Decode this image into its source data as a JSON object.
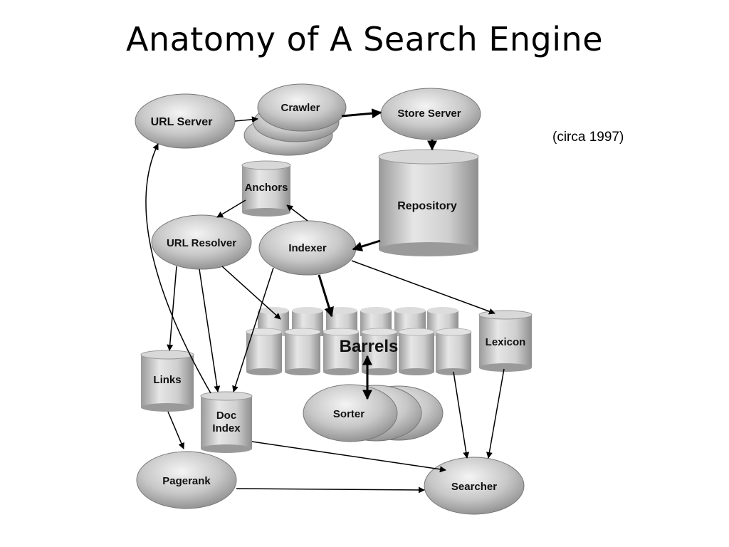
{
  "slide": {
    "title": "Anatomy of A Search Engine",
    "note": "(circa 1997)"
  },
  "diagram": {
    "nodes": {
      "url_server": "URL Server",
      "crawler": "Crawler",
      "store_server": "Store Server",
      "repository": "Repository",
      "anchors": "Anchors",
      "url_resolver": "URL Resolver",
      "indexer": "Indexer",
      "barrels": "Barrels",
      "lexicon": "Lexicon",
      "links": "Links",
      "doc_index_line1": "Doc",
      "doc_index_line2": "Index",
      "sorter": "Sorter",
      "pagerank": "Pagerank",
      "searcher": "Searcher"
    },
    "edges": [
      [
        "URL Server",
        "Crawler"
      ],
      [
        "Crawler",
        "Store Server"
      ],
      [
        "Store Server",
        "Repository"
      ],
      [
        "Repository",
        "Indexer"
      ],
      [
        "Indexer",
        "Anchors"
      ],
      [
        "Anchors",
        "URL Resolver"
      ],
      [
        "Indexer",
        "Barrels"
      ],
      [
        "Indexer",
        "Lexicon"
      ],
      [
        "Indexer",
        "Doc Index"
      ],
      [
        "URL Resolver",
        "Barrels"
      ],
      [
        "URL Resolver",
        "Links"
      ],
      [
        "URL Resolver",
        "Doc Index"
      ],
      [
        "Doc Index",
        "URL Server"
      ],
      [
        "Barrels",
        "Sorter"
      ],
      [
        "Sorter",
        "Barrels"
      ],
      [
        "Links",
        "Pagerank"
      ],
      [
        "Pagerank",
        "Searcher"
      ],
      [
        "Doc Index",
        "Searcher"
      ],
      [
        "Lexicon",
        "Searcher"
      ],
      [
        "Barrels",
        "Searcher"
      ]
    ]
  }
}
